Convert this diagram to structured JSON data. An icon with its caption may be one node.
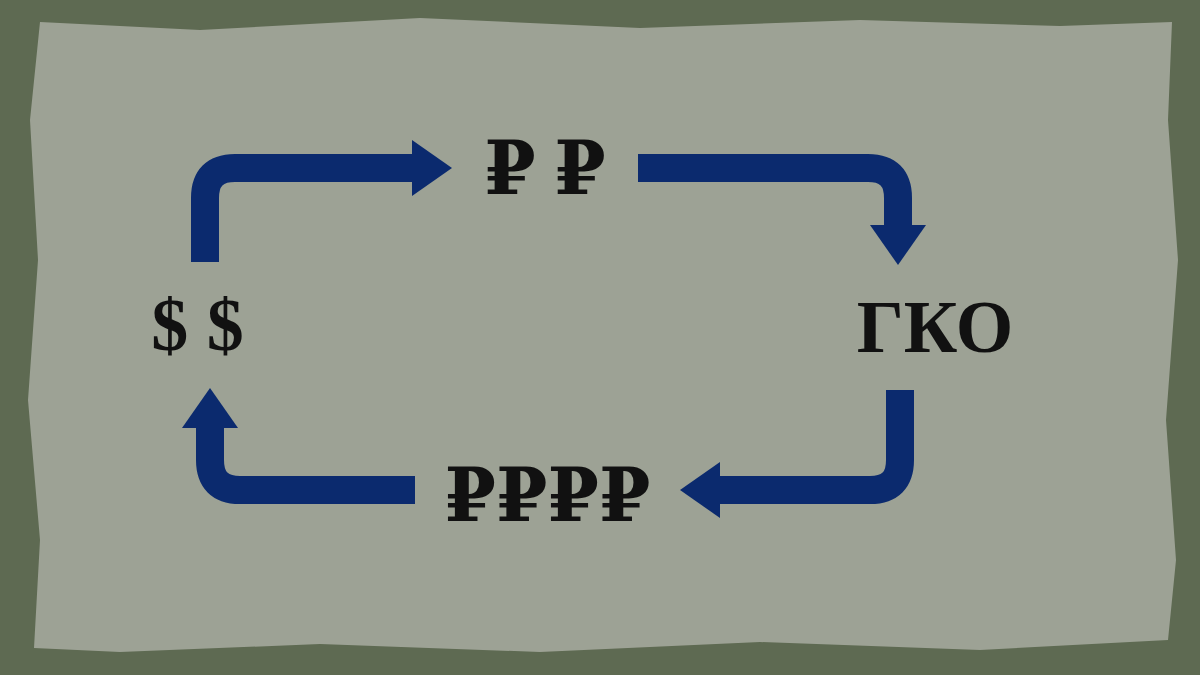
{
  "diagram": {
    "nodes": [
      {
        "text": [
          "$ $"
        ]
      },
      {
        "text": [
          "₽ ₽"
        ]
      },
      {
        "text": [
          "ГКО"
        ]
      },
      {
        "text": [
          "₽₽₽₽"
        ]
      }
    ],
    "edges": [
      {
        "from": 0,
        "to": 1,
        "arrow": "to"
      },
      {
        "from": 1,
        "to": 2,
        "arrow": "to"
      },
      {
        "from": 2,
        "to": 3,
        "arrow": "to"
      },
      {
        "from": 3,
        "to": 0,
        "arrow": "to"
      }
    ]
  }
}
